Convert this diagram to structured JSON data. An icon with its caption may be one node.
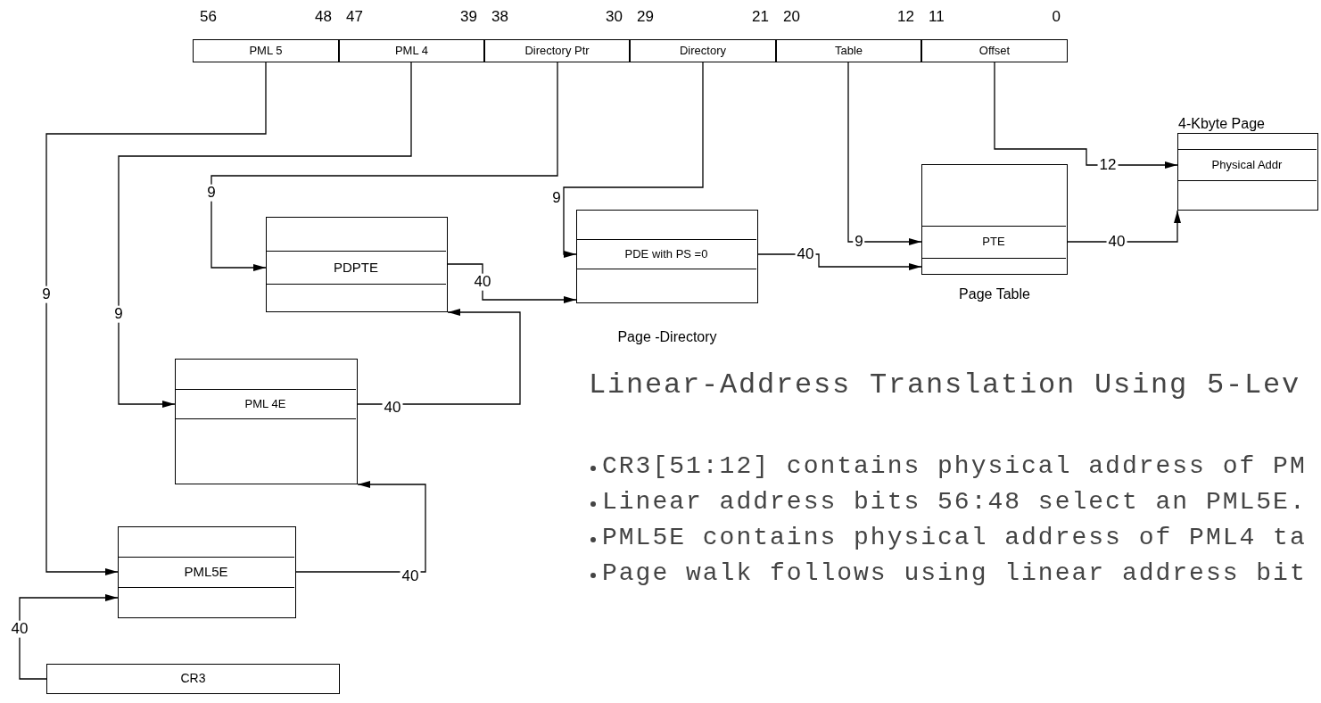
{
  "diagram": {
    "title": "Linear-Address Translation Using 5-Lev",
    "nodes": [
      {
        "text": [
          "PML 5"
        ]
      },
      {
        "text": [
          "PML 4"
        ]
      },
      {
        "text": [
          "Directory Ptr"
        ]
      },
      {
        "text": [
          "Directory"
        ]
      },
      {
        "text": [
          "Table"
        ]
      },
      {
        "text": [
          "Offset"
        ]
      },
      {
        "text": [],
        "shape": "box"
      },
      {
        "text": [
          "PDPTE"
        ],
        "in": 6
      },
      {
        "text": [],
        "shape": "box",
        "beside": [
          "Page -Directory"
        ]
      },
      {
        "text": [
          "PDE with PS =0"
        ],
        "in": 8
      },
      {
        "text": [],
        "shape": "box",
        "beside": [
          "Page Table"
        ]
      },
      {
        "text": [
          "PTE"
        ],
        "in": 10
      },
      {
        "text": [
          "4-Kbyte Page"
        ]
      },
      {
        "text": [
          "Physical Addr"
        ],
        "in": 12
      },
      {
        "text": [],
        "shape": "box"
      },
      {
        "text": [
          "PML 4E"
        ],
        "in": 14
      },
      {
        "text": [],
        "shape": "box"
      },
      {
        "text": [
          "PML5E"
        ],
        "in": 16
      },
      {
        "text": [
          "CR3"
        ]
      }
    ],
    "edges": [
      {
        "from": 0,
        "to": 17,
        "arrow": "to",
        "label": "9"
      },
      {
        "from": 1,
        "to": 15,
        "arrow": "to",
        "label": "9"
      },
      {
        "from": 2,
        "to": 7,
        "arrow": "to",
        "label": "9"
      },
      {
        "from": 3,
        "to": 9,
        "arrow": "to",
        "label": "9"
      },
      {
        "from": 4,
        "to": 11,
        "arrow": "to",
        "label": "9"
      },
      {
        "from": 5,
        "to": 13,
        "arrow": "to",
        "label": "12"
      },
      {
        "from": 18,
        "to": 16,
        "arrow": "to",
        "label": "40"
      },
      {
        "from": 17,
        "to": 14,
        "arrow": "to",
        "label": "40"
      },
      {
        "from": 15,
        "to": 6,
        "arrow": "to",
        "label": "40"
      },
      {
        "from": 7,
        "to": 8,
        "arrow": "to",
        "label": "40"
      },
      {
        "from": 9,
        "to": 10,
        "arrow": "to",
        "label": "40"
      },
      {
        "from": 11,
        "to": 12,
        "arrow": "to",
        "label": "40"
      }
    ],
    "labels": [
      "56",
      "48",
      "47",
      "39",
      "38",
      "30",
      "29",
      "21",
      "20",
      "12",
      "11",
      "0",
      "CR3[51:12] contains physical address of PM",
      "Linear address bits 56:48 select an PML5E.",
      "PML5E contains physical address of PML4 ta",
      "Page walk follows using linear address bit"
    ]
  }
}
